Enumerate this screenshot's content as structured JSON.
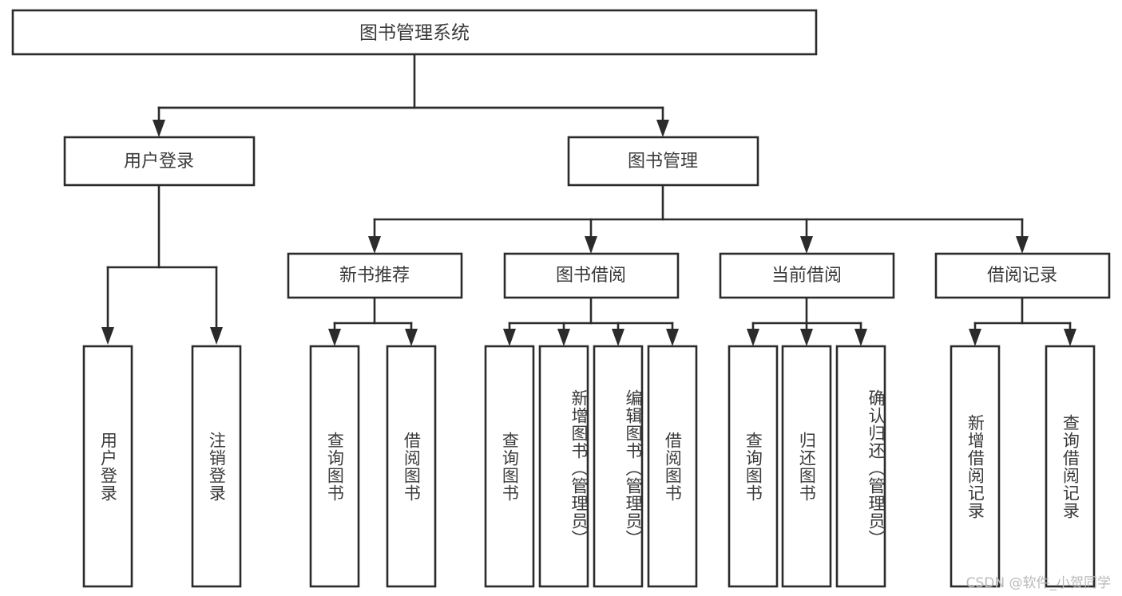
{
  "diagram": {
    "type": "tree",
    "title": "图书管理系统",
    "colors": {
      "box_stroke": "#2b2b2b",
      "box_fill": "#ffffff",
      "text": "#3a3a3a",
      "background": "#ffffff",
      "watermark": "#b9b9b9"
    },
    "root": {
      "label": "图书管理系统"
    },
    "level2": [
      {
        "label": "用户登录"
      },
      {
        "label": "图书管理"
      }
    ],
    "level3": [
      {
        "label": "新书推荐"
      },
      {
        "label": "图书借阅"
      },
      {
        "label": "当前借阅"
      },
      {
        "label": "借阅记录"
      }
    ],
    "leaves": {
      "user_login": [
        {
          "label": "用户登录"
        },
        {
          "label": "注销登录"
        }
      ],
      "new_book": [
        {
          "label": "查询图书"
        },
        {
          "label": "借阅图书"
        }
      ],
      "book_borrow": [
        {
          "label": "查询图书"
        },
        {
          "label": "新增图书（管理员）"
        },
        {
          "label": "编辑图书（管理员）"
        },
        {
          "label": "借阅图书"
        }
      ],
      "current_borrow": [
        {
          "label": "查询图书"
        },
        {
          "label": "归还图书"
        },
        {
          "label": "确认归还（管理员）"
        }
      ],
      "borrow_record": [
        {
          "label": "新增借阅记录"
        },
        {
          "label": "查询借阅记录"
        }
      ]
    }
  },
  "watermark": {
    "text": "CSDN @软件_小贺同学"
  }
}
